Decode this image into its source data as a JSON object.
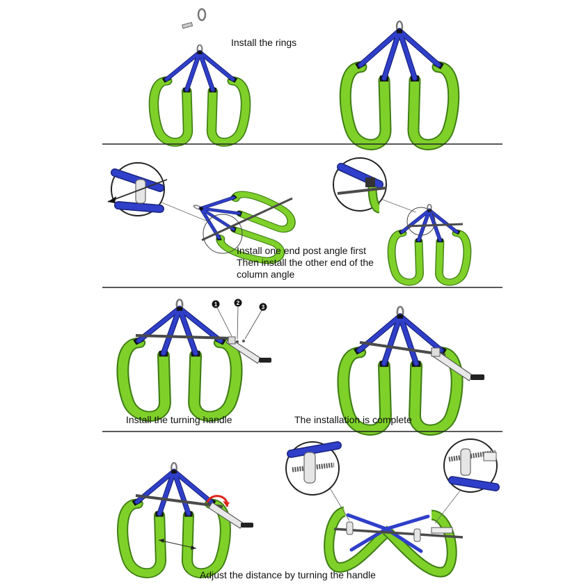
{
  "colors": {
    "strap": "#2f3fc9",
    "strap_dark": "#1a247f",
    "pad": "#7fd12a",
    "pad_dark": "#3f7d14",
    "metal": "#c8c8c8",
    "rod": "#4a4a4a",
    "arrow": "#e0241a",
    "divider": "#222222"
  },
  "captions": {
    "rings": "Install the rings",
    "post_line1": "Install one end post angle first",
    "post_line2": "Then install the other end of the",
    "post_line3": "column angle",
    "handle": "Install the turning handle",
    "complete": "The installation is complete",
    "adjust": "Adjust the distance by turning the handle"
  },
  "step_numbers": [
    "1",
    "2",
    "3"
  ]
}
